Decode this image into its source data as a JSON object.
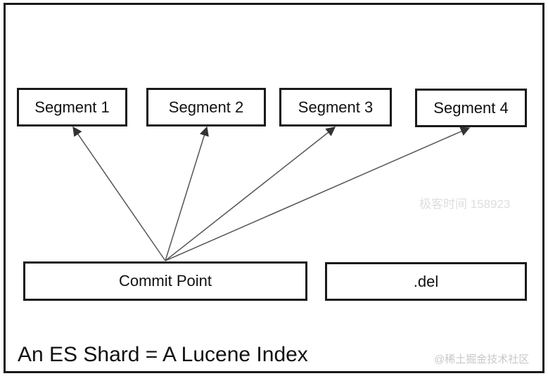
{
  "segments": [
    {
      "label": "Segment 1"
    },
    {
      "label": "Segment 2"
    },
    {
      "label": "Segment 3"
    },
    {
      "label": "Segment 4"
    }
  ],
  "commit_point": "Commit Point",
  "del_file": ".del",
  "caption": "An ES Shard = A Lucene Index",
  "watermarks": {
    "top": "极客时间 158923",
    "bottom": "@稀土掘金技术社区"
  },
  "colors": {
    "stroke": "#1a1a1a",
    "arrow": "#555555"
  }
}
